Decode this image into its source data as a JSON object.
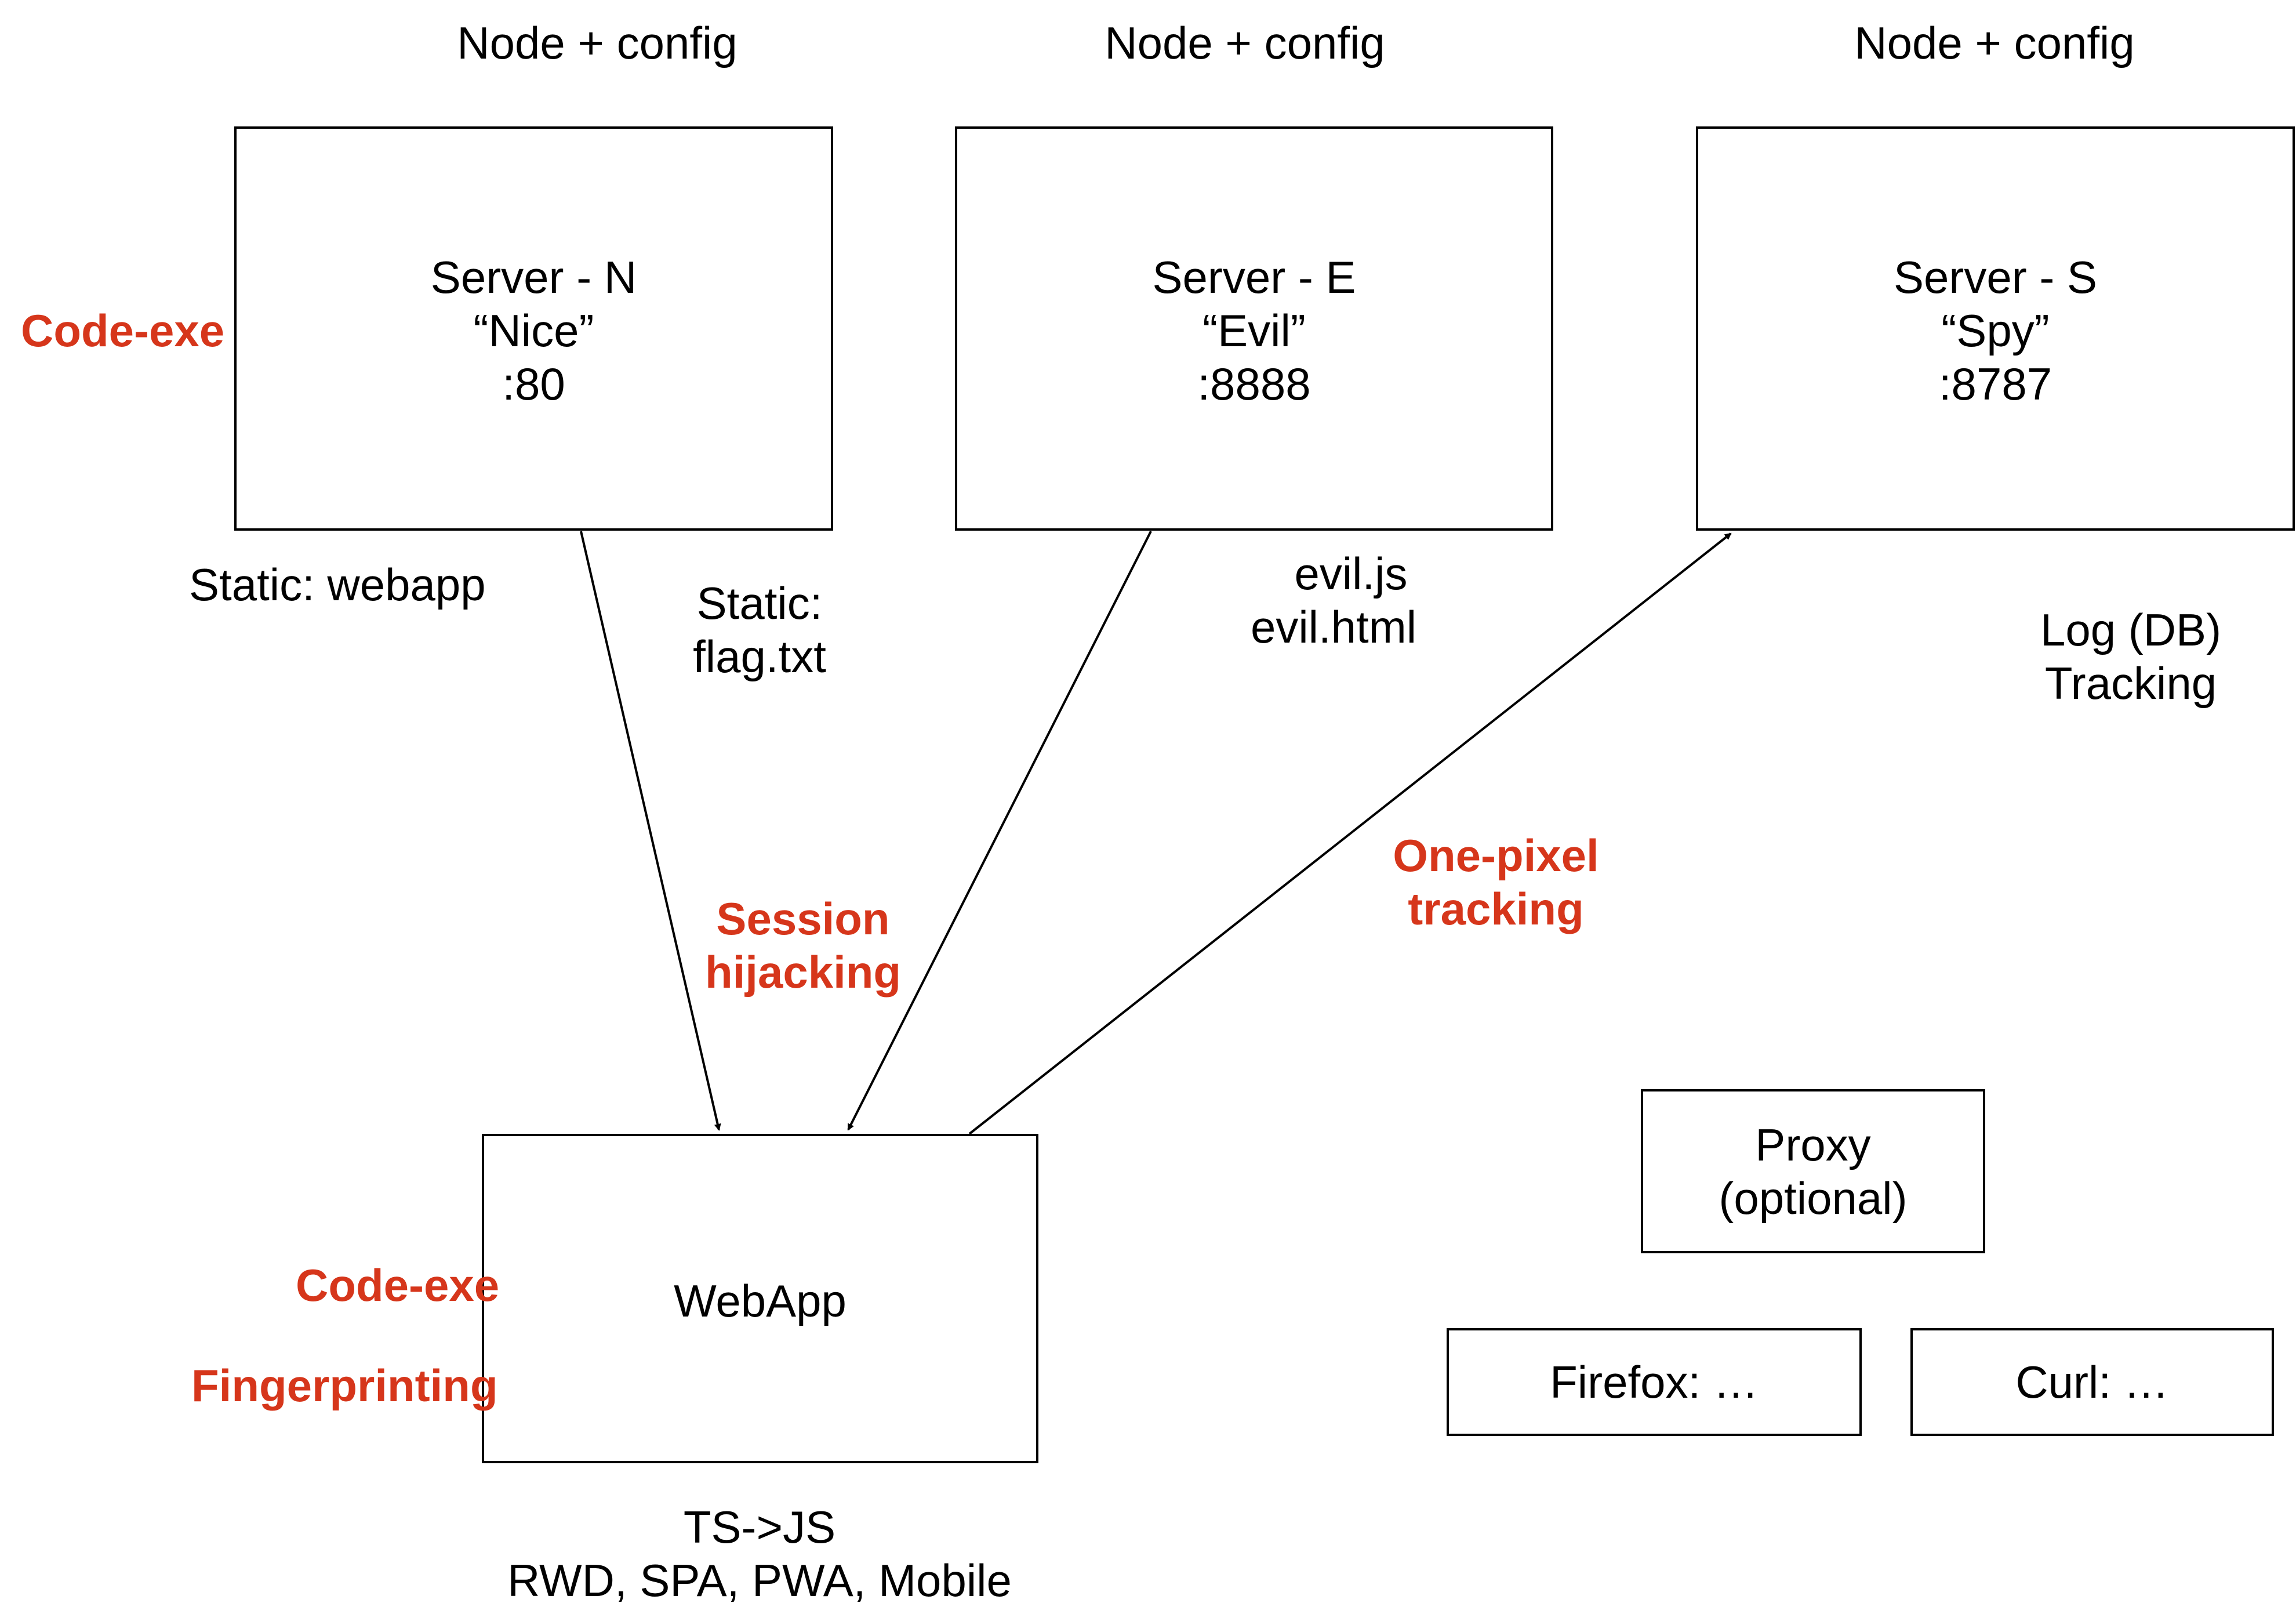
{
  "servers": [
    {
      "caption": "Node + config",
      "name": "Server - N",
      "nick": "“Nice”",
      "port": ":80"
    },
    {
      "caption": "Node + config",
      "name": "Server - E",
      "nick": "“Evil”",
      "port": ":8888"
    },
    {
      "caption": "Node + config",
      "name": "Server - S",
      "nick": "“Spy”",
      "port": ":8787"
    }
  ],
  "notes": {
    "static_webapp": "Static: webapp",
    "static_flag": [
      "Static:",
      "flag.txt"
    ],
    "evil_files": [
      "evil.js",
      "evil.html"
    ],
    "log": [
      "Log (DB)",
      "Tracking"
    ],
    "webapp_stack": [
      "TS->JS",
      "RWD, SPA, PWA, Mobile"
    ]
  },
  "attacks": {
    "code_exe_server": "Code-exe",
    "session_hijacking": [
      "Session",
      "hijacking"
    ],
    "one_pixel_tracking": [
      "One-pixel",
      "tracking"
    ],
    "code_exe_webapp": "Code-exe",
    "fingerprinting": "Fingerprinting"
  },
  "webapp": {
    "label": "WebApp"
  },
  "proxy": {
    "line1": "Proxy",
    "line2": "(optional)"
  },
  "clients": {
    "firefox": "Firefox: …",
    "curl": "Curl: …"
  },
  "colors": {
    "attack_red": "#d6361b",
    "line": "#000000"
  }
}
